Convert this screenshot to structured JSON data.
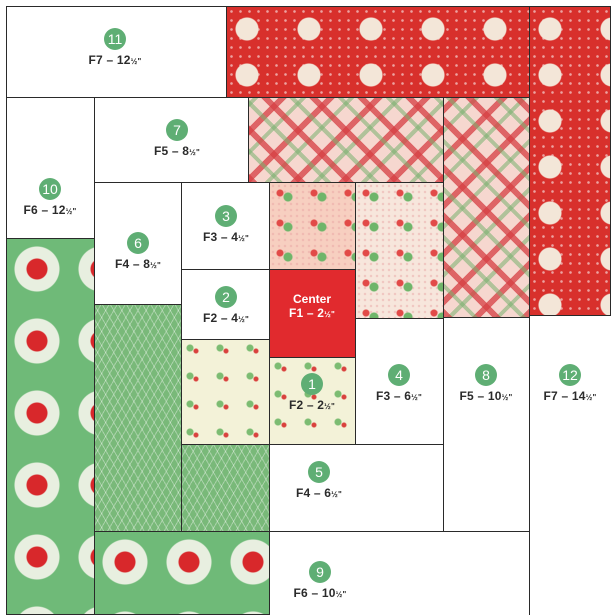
{
  "diagram": {
    "pieces": [
      {
        "id": "center",
        "badge": "",
        "code_prefix": "F1 – 2",
        "frac": "½\"",
        "word": "Center"
      },
      {
        "id": "p1",
        "badge": "1",
        "code_prefix": "F2 – 2",
        "frac": "½\""
      },
      {
        "id": "p2",
        "badge": "2",
        "code_prefix": "F2 – 4",
        "frac": "½\""
      },
      {
        "id": "p3",
        "badge": "3",
        "code_prefix": "F3 – 4",
        "frac": "½\""
      },
      {
        "id": "p4",
        "badge": "4",
        "code_prefix": "F3 – 6",
        "frac": "½\""
      },
      {
        "id": "p5",
        "badge": "5",
        "code_prefix": "F4 – 6",
        "frac": "½\""
      },
      {
        "id": "p6",
        "badge": "6",
        "code_prefix": "F4 – 8",
        "frac": "½\""
      },
      {
        "id": "p7",
        "badge": "7",
        "code_prefix": "F5 – 8",
        "frac": "½\""
      },
      {
        "id": "p8",
        "badge": "8",
        "code_prefix": "F5 – 10",
        "frac": "½\""
      },
      {
        "id": "p9",
        "badge": "9",
        "code_prefix": "F6 – 10",
        "frac": "½\""
      },
      {
        "id": "p10",
        "badge": "10",
        "code_prefix": "F6 – 12",
        "frac": "½\""
      },
      {
        "id": "p11",
        "badge": "11",
        "code_prefix": "F7 – 12",
        "frac": "½\""
      },
      {
        "id": "p12",
        "badge": "12",
        "code_prefix": "F7 – 14",
        "frac": "½\""
      }
    ],
    "colors": {
      "badge": "#5fae74",
      "center_red": "#e12a2e",
      "santa_red": "#d8302c",
      "poinsettia_green": "#6fba78",
      "check_green": "#79b979",
      "holly_cream": "#f3f2d8",
      "plaid_pink": "#f6d7cf",
      "candy_cream": "#f7e6dc"
    },
    "fabrics": [
      "santa-print",
      "plaid",
      "candy-cane-print",
      "holly-print",
      "green-check",
      "poinsettia-print",
      "solid-red"
    ]
  }
}
